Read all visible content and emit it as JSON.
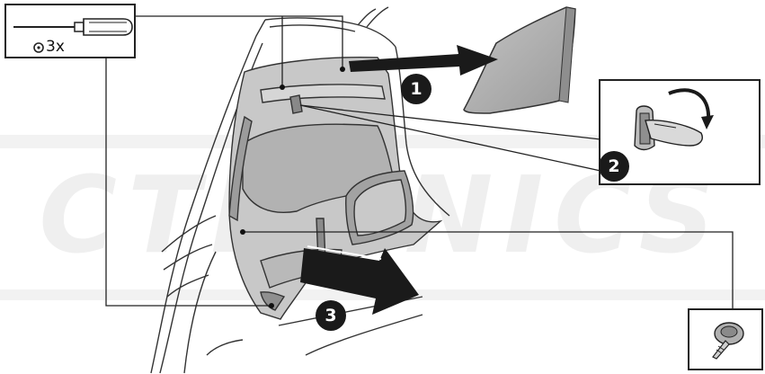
{
  "tool": {
    "label": "3x",
    "icons": [
      "screwdriver-icon",
      "torx-screw-icon"
    ]
  },
  "steps": [
    {
      "number": "1"
    },
    {
      "number": "2"
    },
    {
      "number": "3"
    }
  ],
  "colors": {
    "line": "#222222",
    "panel_fill": "#b5b5b5",
    "arrow_fill": "#1a1a1a",
    "badge_fill": "#1a1a1a",
    "watermark": "#efefef"
  }
}
